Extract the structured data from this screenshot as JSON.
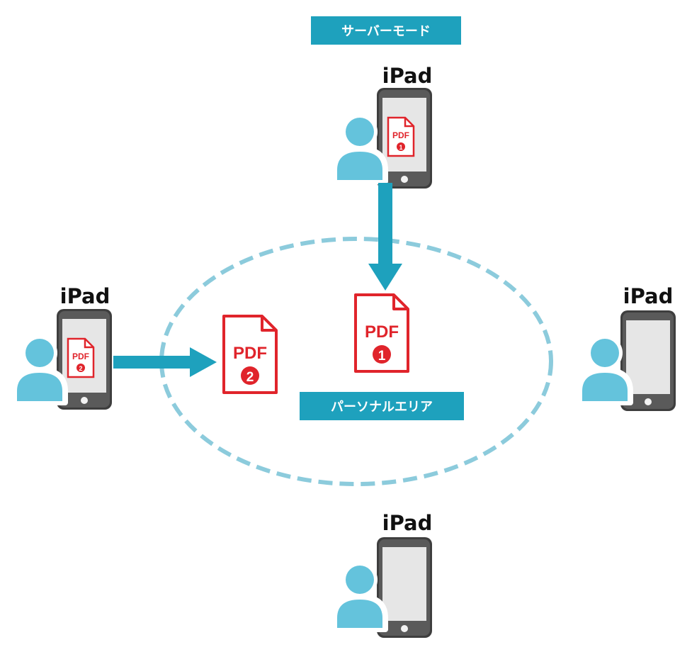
{
  "title_badge": {
    "label": "サーバーモード"
  },
  "area_badge": {
    "label": "パーソナルエリア"
  },
  "devices": {
    "top": {
      "label": "iPad",
      "doc_label": "PDF",
      "doc_number": "1"
    },
    "left": {
      "label": "iPad",
      "doc_label": "PDF",
      "doc_number": "2"
    },
    "right": {
      "label": "iPad"
    },
    "bottom": {
      "label": "iPad"
    }
  },
  "shared_docs": [
    {
      "label": "PDF",
      "number": "1"
    },
    {
      "label": "PDF",
      "number": "2"
    }
  ],
  "colors": {
    "accent": "#1ea1bd",
    "person": "#64c3dc",
    "pdf_red": "#e0242b",
    "device_dark": "#4a4a4a",
    "screen": "#e6e6e6",
    "dashed_ring": "#8ccbdc"
  }
}
